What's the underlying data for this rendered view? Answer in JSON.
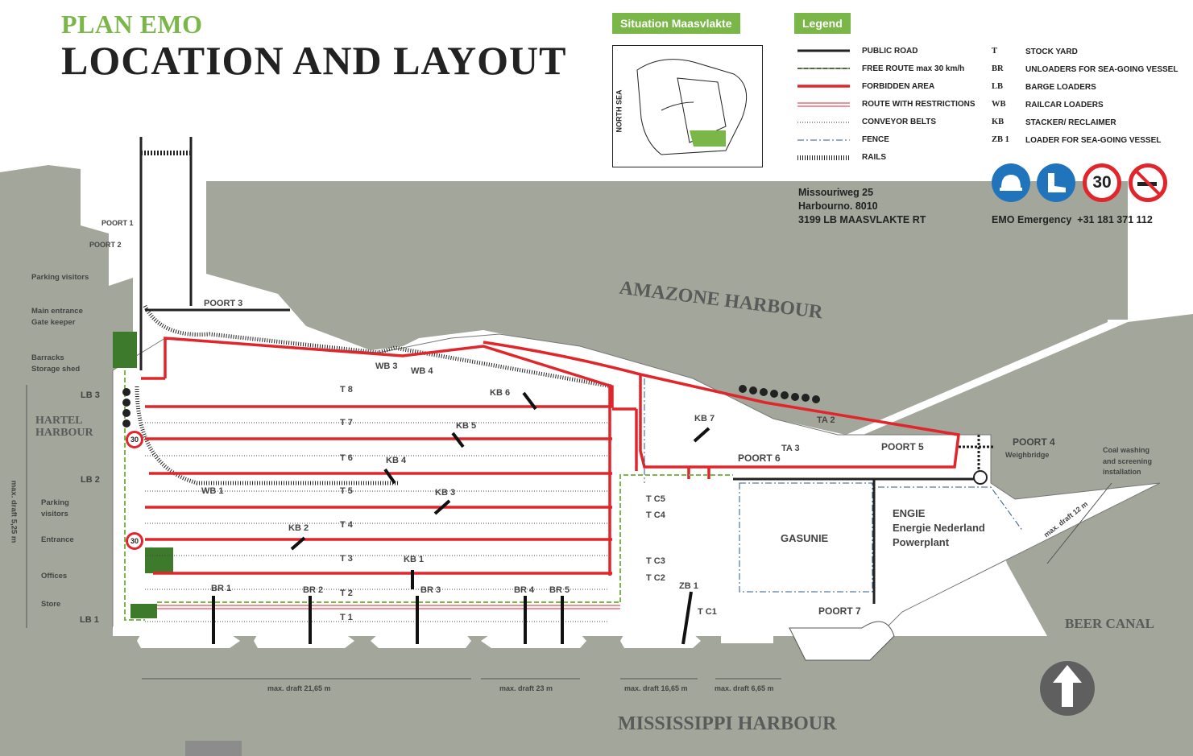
{
  "header": {
    "kicker": "PLAN EMO",
    "title": "LOCATION AND LAYOUT"
  },
  "inset": {
    "label": "Situation Maasvlakte",
    "sea_label": "NORTH SEA"
  },
  "legend": {
    "label": "Legend",
    "lines": [
      {
        "style": "public-road",
        "label": "PUBLIC ROAD"
      },
      {
        "style": "free-route",
        "label": "FREE ROUTE max 30 km/h"
      },
      {
        "style": "forbidden",
        "label": "FORBIDDEN AREA"
      },
      {
        "style": "restricted",
        "label": "ROUTE WITH RESTRICTIONS"
      },
      {
        "style": "conveyor",
        "label": "CONVEYOR BELTS"
      },
      {
        "style": "fence",
        "label": "FENCE"
      },
      {
        "style": "rails",
        "label": "RAILS"
      }
    ],
    "abbreviations": [
      {
        "code": "T",
        "label": "STOCK YARD"
      },
      {
        "code": "BR",
        "label": "UNLOADERS FOR SEA-GOING VESSEL"
      },
      {
        "code": "LB",
        "label": "BARGE LOADERS"
      },
      {
        "code": "WB",
        "label": "RAILCAR LOADERS"
      },
      {
        "code": "KB",
        "label": "STACKER/ RECLAIMER"
      },
      {
        "code": "ZB 1",
        "label": "LOADER FOR SEA-GOING VESSEL"
      }
    ]
  },
  "address": [
    "Missouriweg 25",
    "Harbourno. 8010",
    "3199 LB  MAASVLAKTE RT"
  ],
  "emergency": {
    "label": "EMO Emergency",
    "phone": "+31 181 371 112",
    "speed_sign": "30"
  },
  "signs": [
    "helmet-icon",
    "safety-boots-icon",
    "speed-limit-30-icon",
    "no-smoking-icon"
  ],
  "colors": {
    "water": "#a3a69a",
    "green": "#7ab648",
    "facility_green": "#3d7a2c",
    "red": "#e0262b",
    "road": "#222222"
  },
  "harbours": {
    "amazone": "AMAZONE HARBOUR",
    "hartel_1": "HARTEL",
    "hartel_2": "HARBOUR",
    "beer": "BEER CANAL",
    "mississippi": "MISSISSIPPI HARBOUR"
  },
  "side_labels": {
    "parking_visitors_top": "Parking visitors",
    "main_entrance_1": "Main entrance",
    "main_entrance_2": "Gate keeper",
    "barracks_1": "Barracks",
    "barracks_2": "Storage shed",
    "parking_1": "Parking",
    "parking_2": "visitors",
    "entrance": "Entrance",
    "offices": "Offices",
    "store": "Store",
    "draft_left": "max. draft 5,25 m"
  },
  "gates": {
    "poort1": "POORT 1",
    "poort2": "POORT 2",
    "poort3": "POORT 3",
    "poort4": "POORT 4",
    "poort5": "POORT 5",
    "poort6": "POORT 6",
    "poort7": "POORT 7",
    "weighbridge": "Weighbridge"
  },
  "stockyards": [
    "T 8",
    "T 7",
    "T 6",
    "T 5",
    "T 4",
    "T 3",
    "T 2",
    "T 1"
  ],
  "stockyards_east": [
    "T C5",
    "T C4",
    "T C3",
    "T C2",
    "T C1",
    "TA 2",
    "TA 3"
  ],
  "machines": {
    "wb1": "WB 1",
    "wb3": "WB 3",
    "wb4": "WB 4",
    "kb1": "KB 1",
    "kb2": "KB 2",
    "kb3": "KB 3",
    "kb4": "KB 4",
    "kb5": "KB 5",
    "kb6": "KB 6",
    "kb7": "KB 7",
    "br1": "BR 1",
    "br2": "BR 2",
    "br3": "BR 3",
    "br4": "BR 4",
    "br5": "BR 5",
    "lb1": "LB 1",
    "lb2": "LB 2",
    "lb3": "LB 3",
    "zb1": "ZB 1"
  },
  "facilities": {
    "gasunie": "GASUNIE",
    "engie_1": "ENGIE",
    "engie_2": "Energie Nederland",
    "engie_3": "Powerplant",
    "coal_1": "Coal washing",
    "coal_2": "and screening",
    "coal_3": "installation"
  },
  "drafts": {
    "d1": "max. draft 21,65 m",
    "d2": "max. draft 23 m",
    "d3": "max. draft 16,65 m",
    "d4": "max. draft 6,65 m",
    "d5": "max. draft 12 m"
  },
  "speed_signs_map": [
    "30",
    "30"
  ]
}
